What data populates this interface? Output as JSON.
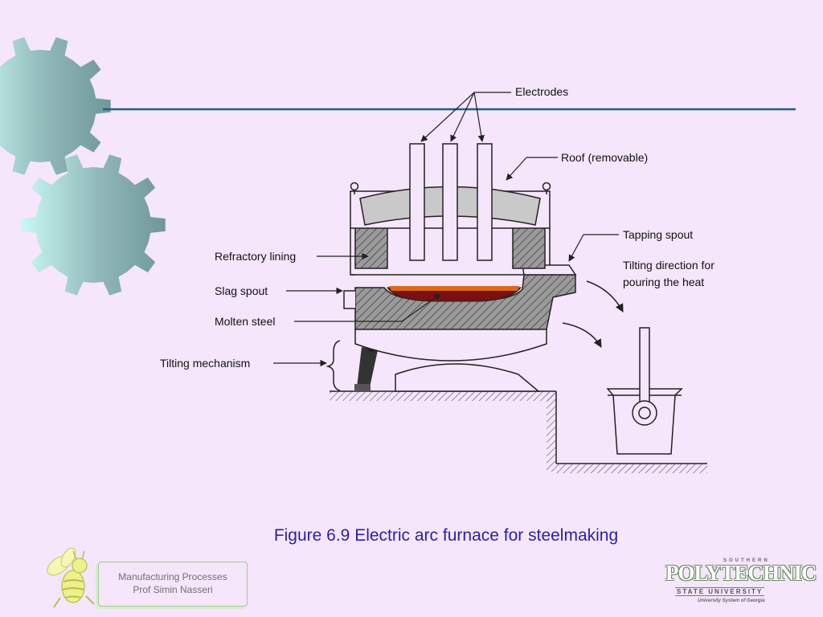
{
  "diagram": {
    "labels": {
      "electrodes": "Electrodes",
      "roof": "Roof (removable)",
      "tapping_spout": "Tapping spout",
      "tilting_direction_1": "Tilting direction for",
      "tilting_direction_2": "pouring the heat",
      "refractory_lining": "Refractory lining",
      "slag_spout": "Slag spout",
      "molten_steel": "Molten steel",
      "tilting_mechanism": "Tilting mechanism"
    }
  },
  "caption": "Figure 6.9  Electric arc furnace for steelmaking",
  "footer": {
    "line1": "Manufacturing Processes",
    "line2": "Prof Simin Nasseri"
  },
  "logo": {
    "top": "SOUTHERN",
    "main": "POLYTECHNIC",
    "sub": "STATE UNIVERSITY",
    "tag": "University System of Georgia"
  },
  "colors": {
    "background": "#f5e6fb",
    "rule": "#1f5f86",
    "caption": "#2a1fa8",
    "molten_steel": "#7a1010",
    "slag": "#d96a1a"
  },
  "icons": [
    "gear-icon",
    "gear-icon",
    "bee-mascot-icon"
  ]
}
